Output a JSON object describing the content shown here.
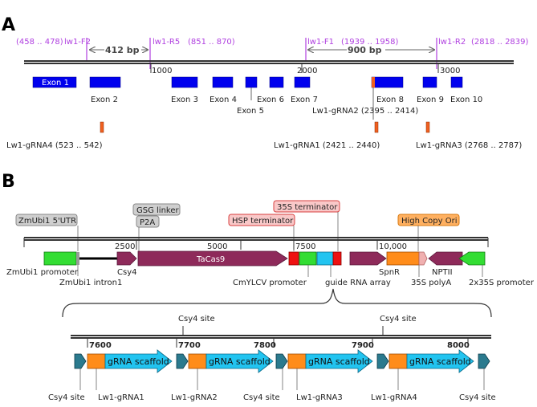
{
  "panel_a": {
    "label": "A",
    "primers": {
      "f2_range": "(458 .. 478)",
      "f2_name": "lw1-F2",
      "r5_name": "lw1-R5",
      "r5_range": "(851 .. 870)",
      "f1_name": "lw1-F1",
      "f1_range": "(1939 .. 1958)",
      "r2_name": "lw1-R2",
      "r2_range": "(2818 .. 2839)"
    },
    "amplicon1": "412 bp",
    "amplicon2": "900 bp",
    "ticks": {
      "t1000": "1000",
      "t2000": "2000",
      "t3000": "3000"
    },
    "exons": {
      "e1": "Exon 1",
      "e2": "Exon 2",
      "e3": "Exon 3",
      "e4": "Exon 4",
      "e5": "Exon 5",
      "e6": "Exon 6",
      "e7": "Exon 7",
      "e8": "Exon 8",
      "e9": "Exon 9",
      "e10": "Exon 10"
    },
    "grnas": {
      "g2": "Lw1-gRNA2 (2395 .. 2414)",
      "g4": "Lw1-gRNA4 (523 .. 542)",
      "g1": "Lw1-gRNA1 (2421 .. 2440)",
      "g3": "Lw1-gRNA3 (2768 .. 2787)"
    }
  },
  "panel_b": {
    "label": "B",
    "boxes": {
      "utr": "ZmUbi1 5'UTR",
      "gsg": "GSG linker",
      "p2a": "P2A",
      "t35s": "35S terminator",
      "hsp": "HSP terminator",
      "ori": "High Copy Ori"
    },
    "ticks": {
      "t2500": "2500",
      "t5000": "5000",
      "t7500": "7500",
      "t10000": "10,000"
    },
    "tacas9": "TaCas9",
    "labels": {
      "zmubi1_promoter": "ZmUbi1 promoter",
      "csy4": "Csy4",
      "zmubi1_intron": "ZmUbi1 intron1",
      "cmylcv": "CmYLCV promoter",
      "guide_array": "guide RNA array",
      "spnr": "SpnR",
      "nptii": "NPTII",
      "polya": "35S polyA",
      "promoter_35s": "2x35S promoter"
    },
    "array": {
      "csy4_site_top1": "Csy4 site",
      "csy4_site_top2": "Csy4 site",
      "t7600": "7600",
      "t7700": "7700",
      "t7800": "7800",
      "t7900": "7900",
      "t8000": "8000",
      "scaffold": "gRNA scaffold",
      "bottom": {
        "site1": "Csy4 site",
        "g1": "Lw1-gRNA1",
        "g2": "Lw1-gRNA2",
        "site2": "Csy4 site",
        "g3": "Lw1-gRNA3",
        "g4": "Lw1-gRNA4",
        "site3": "Csy4 site"
      }
    }
  },
  "colors": {
    "exon": "#0000ee",
    "grna": "#f06020",
    "primer": "#b040e0",
    "cas9": "#8e2a5a",
    "green": "#33dd33",
    "cyan": "#22c4f0",
    "red": "#ee1111",
    "orange": "#ff8c1a",
    "teal": "#2b7a8e",
    "pink": "#f0b0b0"
  }
}
